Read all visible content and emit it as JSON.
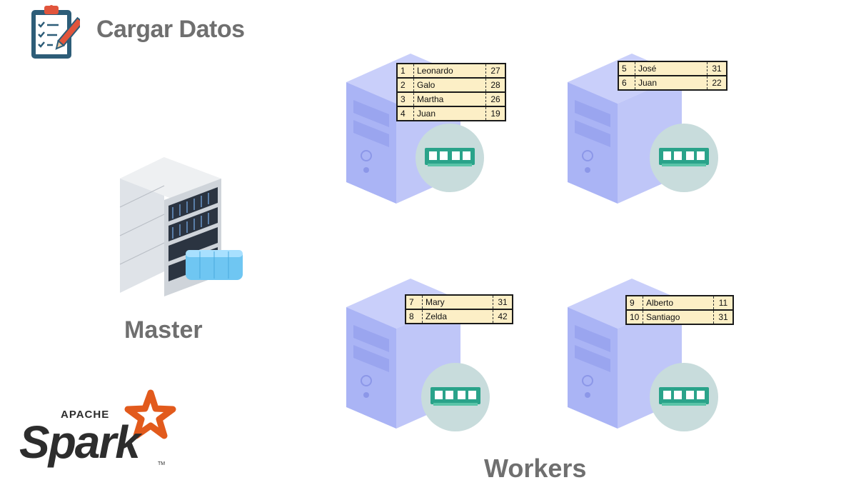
{
  "header": {
    "title": "Cargar Datos",
    "icon": "clipboard-checklist-icon"
  },
  "master": {
    "label": "Master",
    "icon": "server-rack-icon"
  },
  "workers_label": "Workers",
  "brand": {
    "apache": "APACHE",
    "spark": "Spark",
    "tm": "TM"
  },
  "colors": {
    "title_gray": "#6f6f6f",
    "worker_blue": "#b3bcf7",
    "ram_circle": "#c8dcdc",
    "table_fill": "#fcefc6",
    "spark_orange": "#e25a1c"
  },
  "workers": [
    {
      "rows": [
        {
          "id": "1",
          "name": "Leonardo",
          "age": "27"
        },
        {
          "id": "2",
          "name": "Galo",
          "age": "28"
        },
        {
          "id": "3",
          "name": "Martha",
          "age": "26"
        },
        {
          "id": "4",
          "name": "Juan",
          "age": "19"
        }
      ]
    },
    {
      "rows": [
        {
          "id": "5",
          "name": "José",
          "age": "31"
        },
        {
          "id": "6",
          "name": "Juan",
          "age": "22"
        }
      ]
    },
    {
      "rows": [
        {
          "id": "7",
          "name": "Mary",
          "age": "31"
        },
        {
          "id": "8",
          "name": "Zelda",
          "age": "42"
        }
      ]
    },
    {
      "rows": [
        {
          "id": "9",
          "name": "Alberto",
          "age": "11"
        },
        {
          "id": "10",
          "name": "Santiago",
          "age": "31"
        }
      ]
    }
  ]
}
